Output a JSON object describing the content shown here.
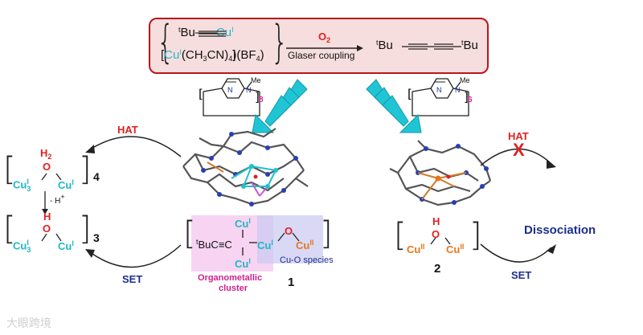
{
  "top": {
    "reagent1_pre": "t",
    "reagent1_main": "Bu",
    "reagent1_cu": "Cu",
    "reagent1_sup": "I",
    "reagent2_cu": "Cu",
    "reagent2_sup": "I",
    "reagent2_rest": "(CH",
    "reagent2_sub1": "3",
    "reagent2_mid": "CN)",
    "reagent2_sub2": "4",
    "reagent2_end": ")(BF",
    "reagent2_sub3": "4",
    "reagent2_close": ")",
    "oxidant": "O",
    "oxidant_sub": "2",
    "reaction": "Glaser coupling",
    "product_pre": "t",
    "product_bu": "Bu",
    "product_post_t": "t",
    "product_post_bu": "Bu"
  },
  "ligands": {
    "left_n": "N",
    "left_n2": "N",
    "left_me": "Me",
    "left_index": "8",
    "right_n": "N",
    "right_n2": "N",
    "right_me": "Me",
    "right_index": "6"
  },
  "left_cycle": {
    "hat": "HAT",
    "set": "SET",
    "complex4": {
      "h2": "H",
      "h2_sub": "2",
      "o": "O",
      "cu_left": "Cu",
      "cu_left_sup": "I",
      "cu_left_sub": "3",
      "cu_right": "Cu",
      "cu_right_sup": "I",
      "label": "4"
    },
    "deprotonation": "- H",
    "deprotonation_sup": "+",
    "complex3": {
      "h": "H",
      "o": "O",
      "cu_left": "Cu",
      "cu_left_sup": "I",
      "cu_left_sub": "3",
      "cu_right": "Cu",
      "cu_right_sup": "I",
      "label": "3"
    }
  },
  "complex1": {
    "cu_top": "Cu",
    "cu_top_sup": "I",
    "tbu_pre": "t",
    "tbu": "BuC",
    "triple": "≡",
    "c": "C",
    "cu_mid": "Cu",
    "cu_mid_sup": "I",
    "cu_bottom": "Cu",
    "cu_bottom_sup": "I",
    "o": "O",
    "cu_ii": "Cu",
    "cu_ii_sup": "II",
    "cu_o_species": "Cu-O species",
    "organometallic": "Organometallic",
    "cluster": "cluster",
    "label": "1"
  },
  "complex2": {
    "h": "H",
    "o": "O",
    "cu_left": "Cu",
    "cu_left_sup": "II",
    "cu_right": "Cu",
    "cu_right_sup": "II",
    "label": "2",
    "hat": "HAT",
    "cross": "X",
    "set": "SET",
    "dissociation": "Dissociation"
  },
  "watermark": "大眼跨境",
  "colors": {
    "cyan": "#1fb7c7",
    "red": "#e02020",
    "navy": "#1f2e8a",
    "orange": "#e5781a",
    "magenta": "#d0208e",
    "box_fill": "#f7dede",
    "box_border": "#b9161b"
  }
}
